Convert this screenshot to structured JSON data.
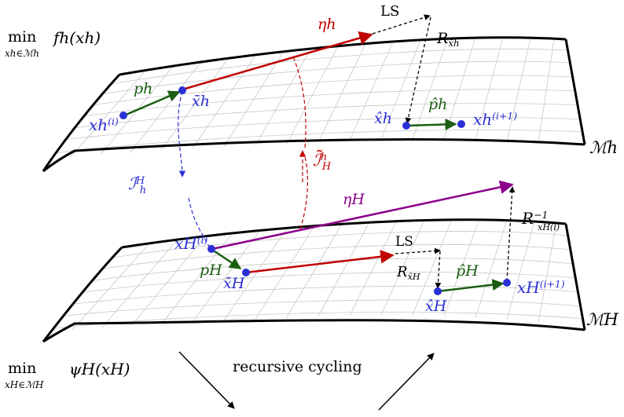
{
  "objectives": {
    "fine_min": "min",
    "fine_min_sub": "xh∈ℳh",
    "fine_func": "fh(xh)",
    "coarse_min": "min",
    "coarse_min_sub": "xH∈ℳH",
    "coarse_func": "ψH(xH)"
  },
  "manifolds": {
    "fine": "ℳh",
    "coarse": "ℳH"
  },
  "fine_level": {
    "x_i": "xh",
    "x_i_sup": "(i)",
    "p": "ph",
    "x_bar": "x̄h",
    "eta": "ηh",
    "ls": "LS",
    "retraction": "R",
    "retraction_sub": "x̄h",
    "x_hat": "x̂h",
    "p_hat": "p̂h",
    "x_next": "xh",
    "x_next_sup": "(i+1)"
  },
  "transfer": {
    "restriction": "ℐ",
    "restriction_sup": "H",
    "restriction_sub": "h",
    "prolongation": "ℐ̃",
    "prolongation_sup": "h",
    "prolongation_sub": "H"
  },
  "coarse_level": {
    "eta": "ηH",
    "x_i": "xH",
    "x_i_sup": "(i)",
    "p": "pH",
    "x_bar": "x̄H",
    "ls": "LS",
    "retraction": "R",
    "retraction_sub": "x̄H",
    "x_hat": "x̂H",
    "p_hat": "p̂H",
    "x_next": "xH",
    "x_next_sup": "(i+1)",
    "inv_retraction": "R",
    "inv_retraction_sup": "−1",
    "inv_retraction_sub": "xH(i)"
  },
  "cycling_label": "recursive cycling",
  "colors": {
    "points": "#2b2fd6",
    "eta_h": "#c00000",
    "p": "#1b5e12",
    "eta_H": "#8b008b",
    "dashed": "#000000"
  }
}
